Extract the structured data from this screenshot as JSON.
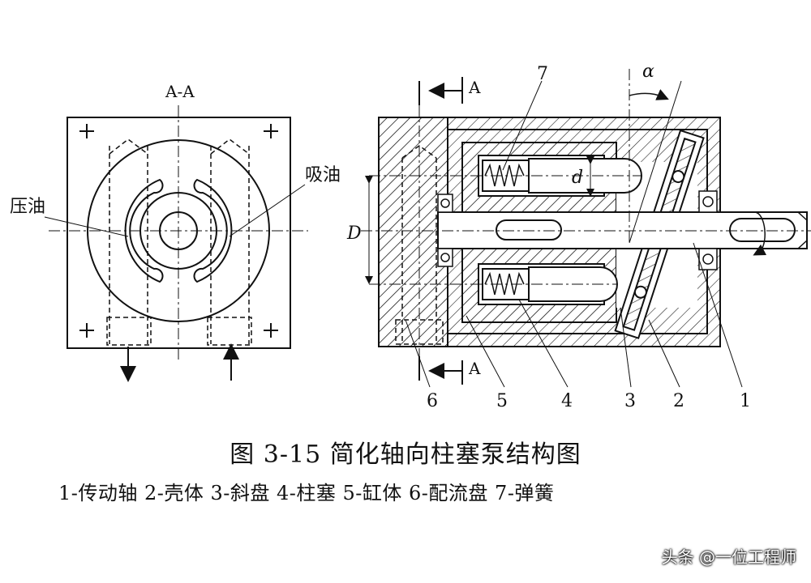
{
  "caption": "图 3-15   简化轴向柱塞泵结构图",
  "legend": "1-传动轴 2-壳体 3-斜盘 4-柱塞 5-缸体 6-配流盘 7-弹簧",
  "watermark": "头条 @一位工程师",
  "left_view": {
    "section_title": "A-A",
    "label_pressure": "压油",
    "label_suction": "吸油"
  },
  "right_view": {
    "section_mark_top": "A",
    "section_mark_bottom": "A",
    "alpha": "α",
    "d": "d",
    "D": "D",
    "parts": [
      "1",
      "2",
      "3",
      "4",
      "5",
      "6",
      "7"
    ]
  },
  "colors": {
    "line": "#111111",
    "background": "#ffffff",
    "hatch": "#222222"
  }
}
